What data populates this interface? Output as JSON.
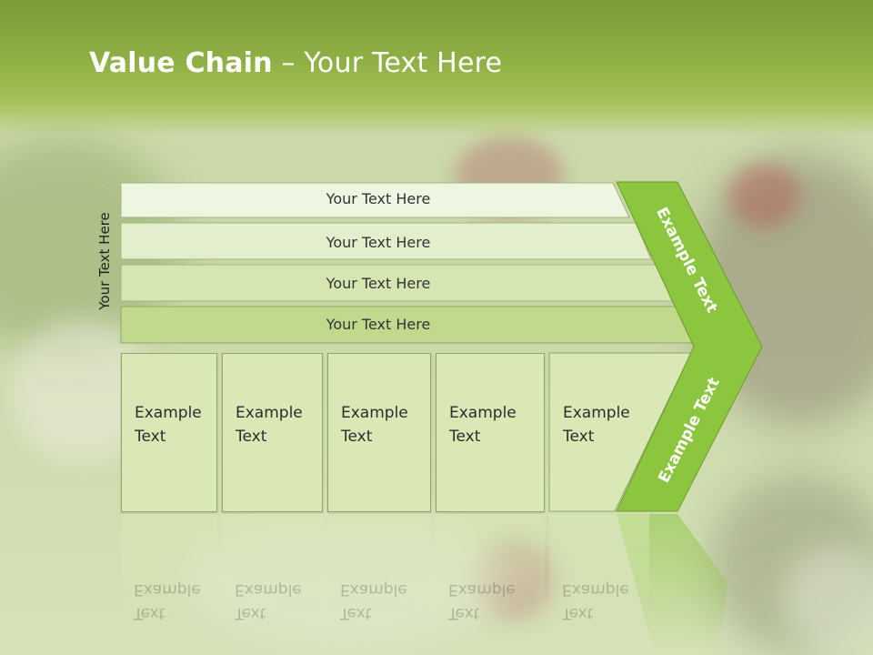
{
  "title": {
    "bold": "Value Chain",
    "rest": " – Your Text Here"
  },
  "side_label": "Your Text Here",
  "rows": [
    "Your Text Here",
    "Your Text Here",
    "Your Text Here",
    "Your Text Here"
  ],
  "columns": [
    {
      "line1": "Example",
      "line2": "Text"
    },
    {
      "line1": "Example",
      "line2": "Text"
    },
    {
      "line1": "Example",
      "line2": "Text"
    },
    {
      "line1": "Example",
      "line2": "Text"
    },
    {
      "line1": "Example",
      "line2": "Text"
    }
  ],
  "chevron": {
    "upper": "Example Text",
    "lower": "Example Text"
  },
  "colors": {
    "accent": "#8cc63f",
    "row_fills": [
      "#eef5e0",
      "#e3efcc",
      "#d5e6b2",
      "#c0d98c"
    ],
    "column_fill": "#d9e8b5"
  }
}
